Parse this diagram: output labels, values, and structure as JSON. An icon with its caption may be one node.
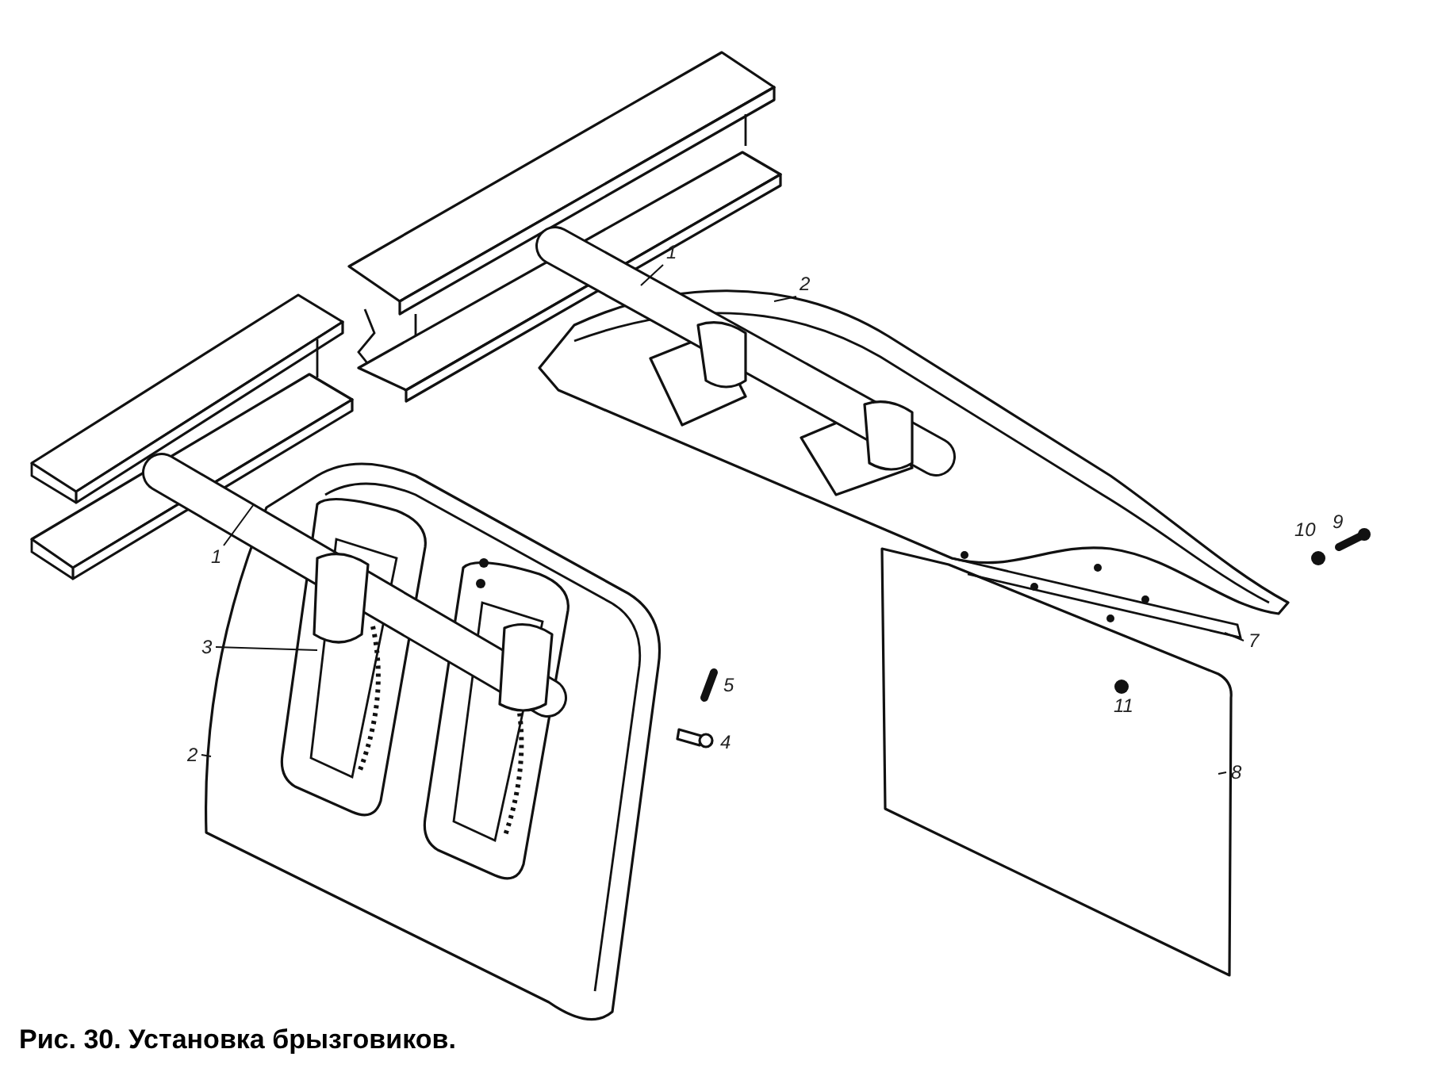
{
  "diagram": {
    "caption": "Рис. 30. Установка брызговиков.",
    "nodes": [
      {
        "text": [
          "1"
        ]
      },
      {
        "text": [
          "2"
        ]
      },
      {
        "text": [
          "1"
        ]
      },
      {
        "text": [
          "7"
        ]
      },
      {
        "text": [
          "3"
        ]
      },
      {
        "text": [
          "2"
        ]
      },
      {
        "text": [
          "8"
        ]
      }
    ],
    "edges": [
      {
        "from": 0,
        "to": null,
        "arrow": "none"
      },
      {
        "from": 1,
        "to": null,
        "arrow": "none"
      },
      {
        "from": 2,
        "to": null,
        "arrow": "none"
      },
      {
        "from": 3,
        "to": null,
        "arrow": "none"
      },
      {
        "from": 4,
        "to": null,
        "arrow": "none"
      },
      {
        "from": 5,
        "to": null,
        "arrow": "none"
      },
      {
        "from": 6,
        "to": null,
        "arrow": "none"
      }
    ],
    "labels": [
      "10",
      "9",
      "5",
      "11",
      "4"
    ]
  }
}
